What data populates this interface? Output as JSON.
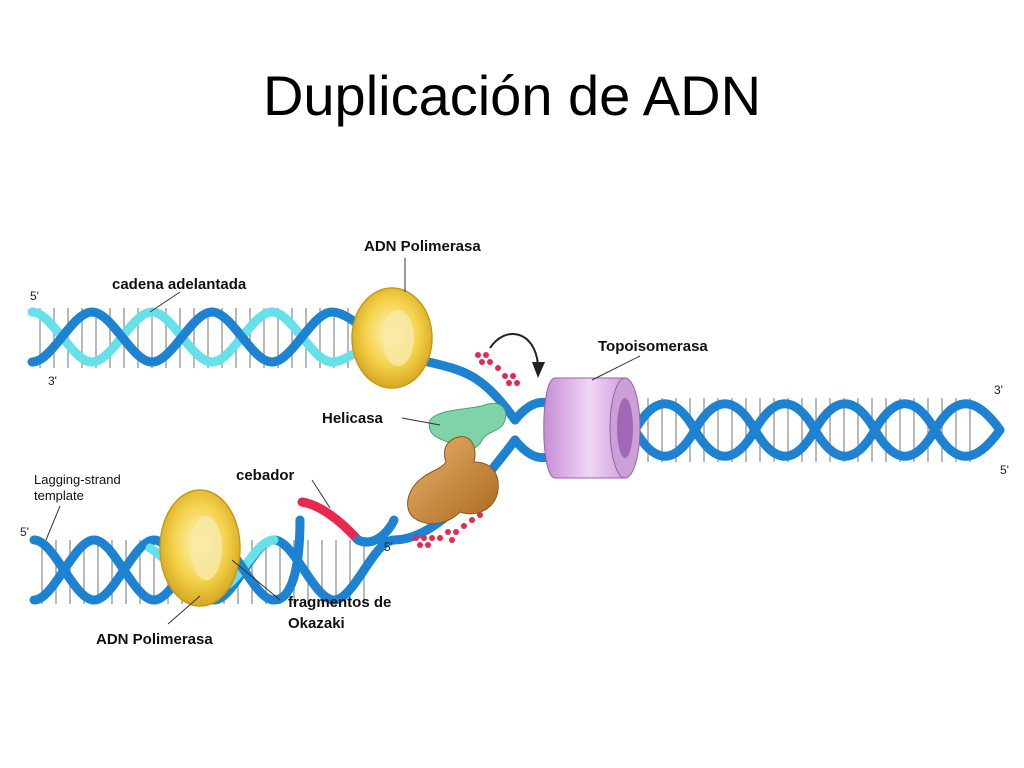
{
  "title": "Duplicación de ADN",
  "labels": {
    "pol_top": "ADN Polimerasa",
    "leading": "cadena adelantada",
    "topo": "Topoisomerasa",
    "helicase": "Helicasa",
    "primer": "cebador",
    "lagging_template_1": "Lagging-strand",
    "lagging_template_2": "template",
    "okazaki_1": "fragmentos de",
    "okazaki_2": "Okazaki",
    "pol_bottom": "ADN Polimerasa"
  },
  "ends": {
    "top_left_5": "5'",
    "top_left_3": "3'",
    "right_3": "3'",
    "right_5": "5'",
    "bottom_left_5": "5'",
    "bottom_mid_5": "5'"
  },
  "colors": {
    "parental_strand": "#1c82d1",
    "new_strand": "#66e0ea",
    "primer": "#e8294f",
    "polymerase": "#f2cc3d",
    "topoisomerase": "#d9a6e2",
    "helicase": "#7fd3a8",
    "primase": "#c7893a",
    "nucleotides": "#e8294f"
  }
}
